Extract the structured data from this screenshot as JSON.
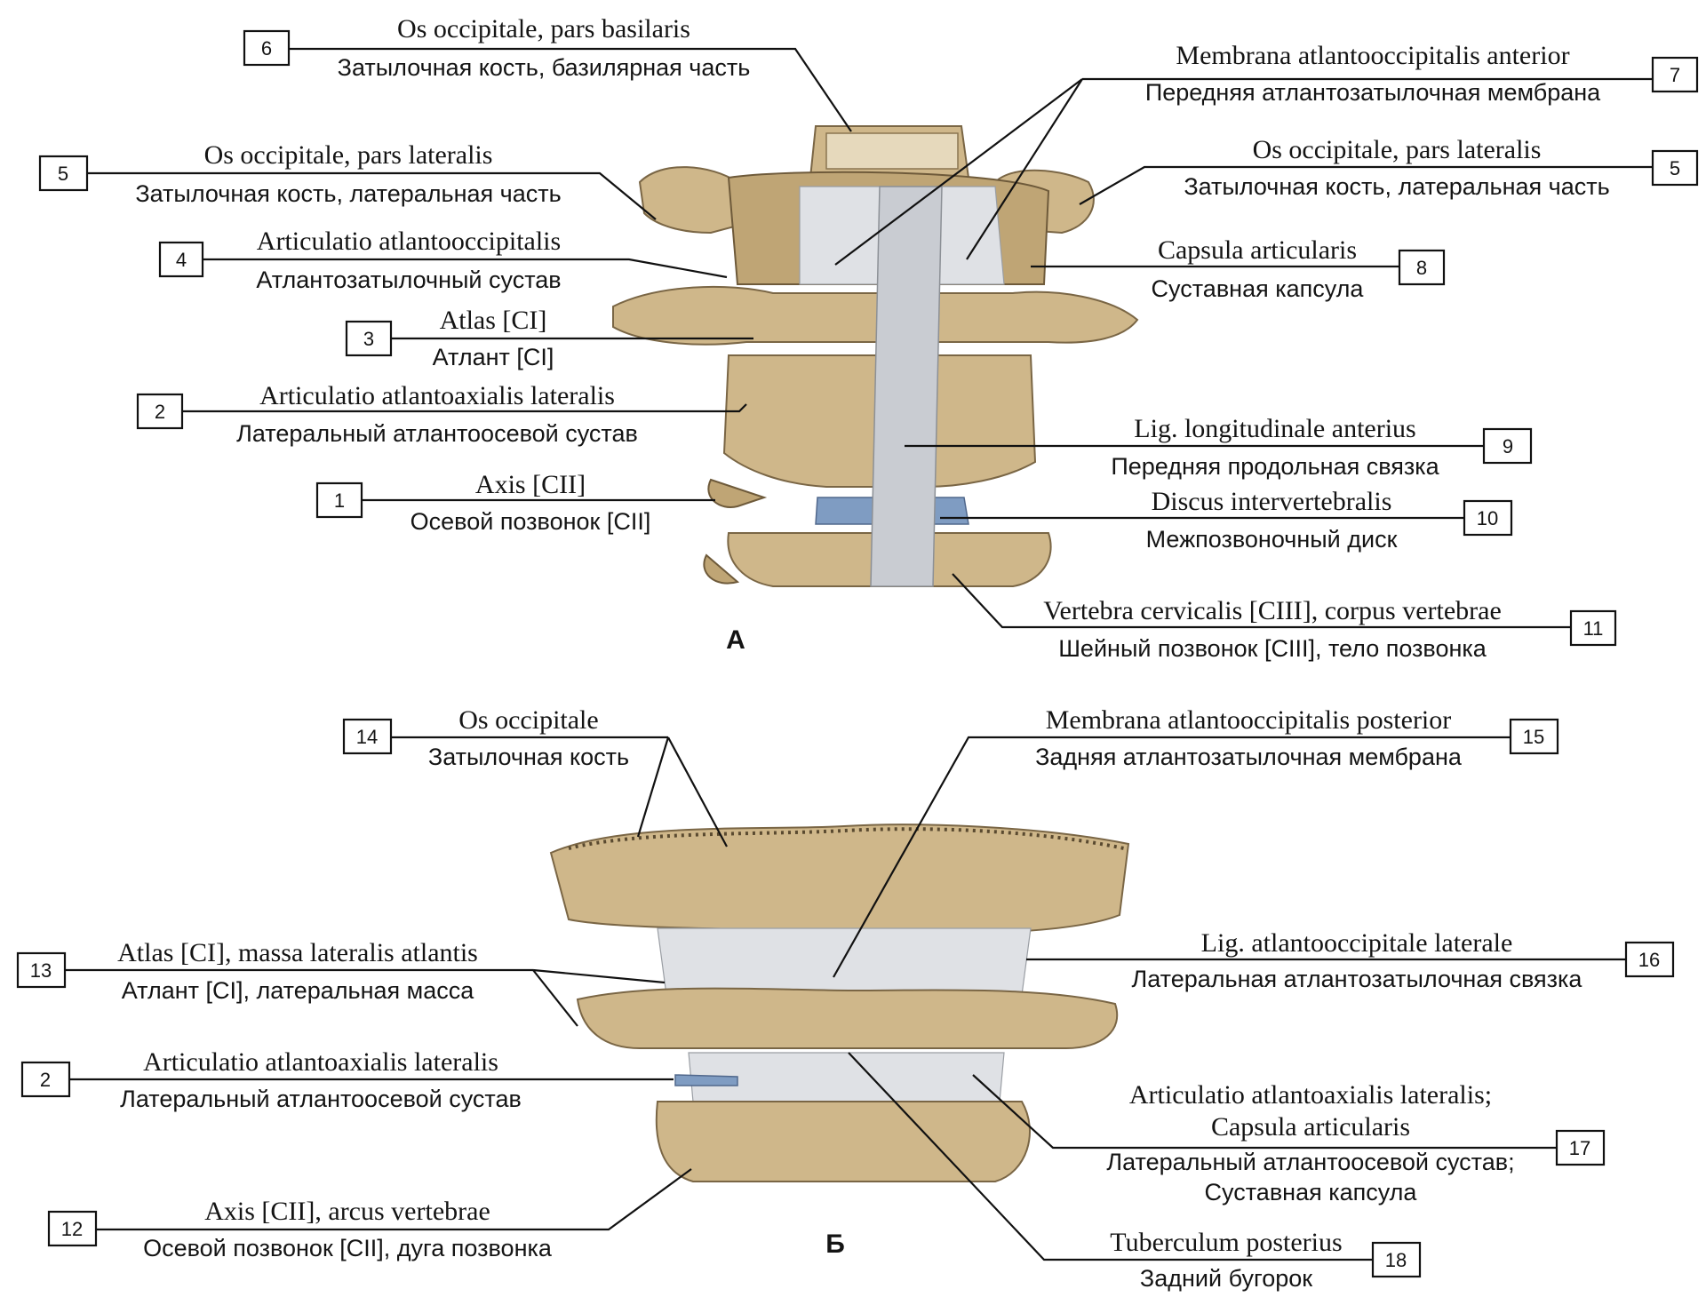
{
  "panel_labels": {
    "a": "А",
    "b": "Б"
  },
  "labels": {
    "l6": {
      "num": "6",
      "latin": "Os occipitale, pars basilaris",
      "russian": "Затылочная кость, базилярная часть"
    },
    "l5L": {
      "num": "5",
      "latin": "Os occipitale, pars lateralis",
      "russian": "Затылочная кость, латеральная часть"
    },
    "l4": {
      "num": "4",
      "latin": "Articulatio atlantooccipitalis",
      "russian": "Атлантозатылочный сустав"
    },
    "l3": {
      "num": "3",
      "latin": "Atlas [CI]",
      "russian": "Атлант [CI]"
    },
    "l2a": {
      "num": "2",
      "latin": "Articulatio atlantoaxialis lateralis",
      "russian": "Латеральный атлантоосевой сустав"
    },
    "l1": {
      "num": "1",
      "latin": "Axis [CII]",
      "russian": "Осевой позвонок [CII]"
    },
    "l7": {
      "num": "7",
      "latin": "Membrana atlantooccipitalis anterior",
      "russian": "Передняя атлантозатылочная мембрана"
    },
    "l5R": {
      "num": "5",
      "latin": "Os occipitale, pars lateralis",
      "russian": "Затылочная кость, латеральная часть"
    },
    "l8": {
      "num": "8",
      "latin": "Capsula articularis",
      "russian": "Суставная капсула"
    },
    "l9": {
      "num": "9",
      "latin": "Lig. longitudinale anterius",
      "russian": "Передняя продольная связка"
    },
    "l10": {
      "num": "10",
      "latin": "Discus intervertebralis",
      "russian": "Межпозвоночный диск"
    },
    "l11": {
      "num": "11",
      "latin": "Vertebra cervicalis [CIII], corpus vertebrae",
      "russian": "Шейный позвонок [CIII], тело позвонка"
    },
    "l14": {
      "num": "14",
      "latin": "Os occipitale",
      "russian": "Затылочная кость"
    },
    "l13": {
      "num": "13",
      "latin": "Atlas [CI], massa lateralis atlantis",
      "russian": "Атлант [CI], латеральная масса"
    },
    "l2b": {
      "num": "2",
      "latin": "Articulatio atlantoaxialis lateralis",
      "russian": "Латеральный атлантоосевой сустав"
    },
    "l12": {
      "num": "12",
      "latin": "Axis [CII], arcus vertebrae",
      "russian": "Осевой позвонок [CII], дуга позвонка"
    },
    "l15": {
      "num": "15",
      "latin": "Membrana atlantooccipitalis posterior",
      "russian": "Задняя атлантозатылочная мембрана"
    },
    "l16": {
      "num": "16",
      "latin": "Lig. atlantooccipitale laterale",
      "russian": "Латеральная атлантозатылочная связка"
    },
    "l17": {
      "num": "17",
      "latin_line1": "Articulatio atlantoaxialis lateralis;",
      "latin_line2": "Capsula articularis",
      "russian_line1": "Латеральный атлантоосевой сустав;",
      "russian_line2": "Суставная капсула"
    },
    "l18": {
      "num": "18",
      "latin": "Tuberculum posterius",
      "russian": "Задний бугорок"
    }
  }
}
